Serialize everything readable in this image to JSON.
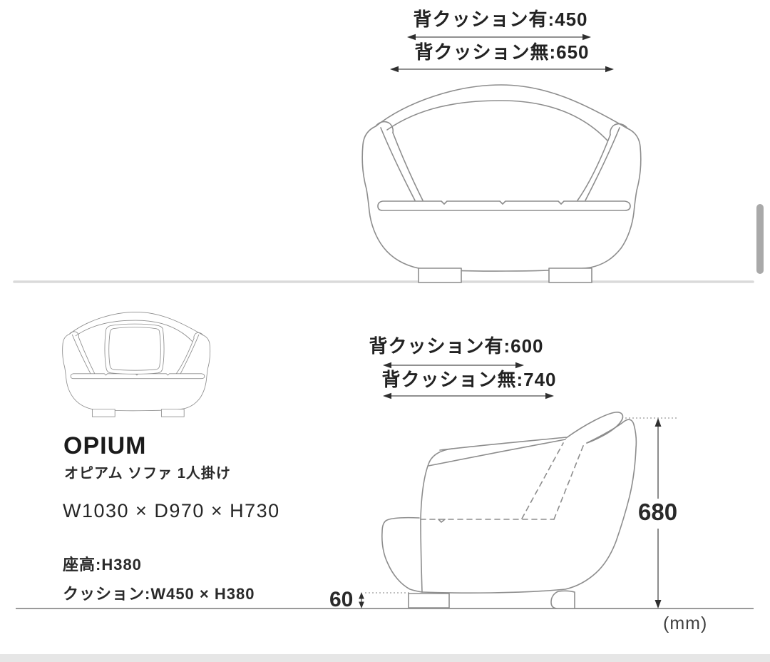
{
  "product": {
    "name": "OPIUM",
    "subtitle": "オピアム ソファ 1人掛け",
    "overall_size": "W1030 × D970 × H730",
    "seat_height": "座高:H380",
    "cushion_size": "クッション:W450 × H380"
  },
  "front_view": {
    "back_cushion_with": "背クッション有:450",
    "back_cushion_without": "背クッション無:650"
  },
  "side_view": {
    "back_cushion_with": "背クッション有:600",
    "back_cushion_without": "背クッション無:740",
    "overall_height": "680",
    "leg_height": "60"
  },
  "page": {
    "unit_note": "(mm)"
  },
  "colors": {
    "text": "#222222",
    "line_art": "#8d8d8d",
    "dimension_lines": "#4d4d4d",
    "floor_line": "#9a9a9a",
    "bottom_band": "#e6e6e6",
    "scrollbar": "#a9a9a9"
  }
}
